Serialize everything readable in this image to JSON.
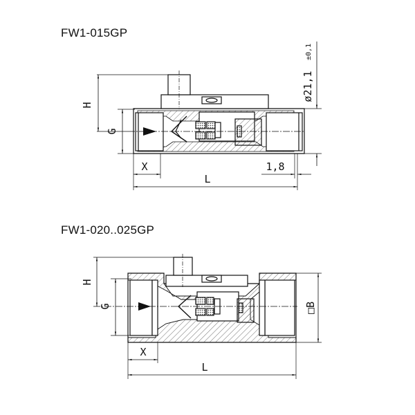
{
  "drawings": [
    {
      "title": "FW1-015GP",
      "dimensions": {
        "height": "H",
        "thread": "G",
        "thread_length": "X",
        "length": "L",
        "offset": "1,8",
        "diameter": "ø21,1",
        "tolerance": "±0,1"
      }
    },
    {
      "title": "FW1-020..025GP",
      "dimensions": {
        "height": "H",
        "thread": "G",
        "thread_length": "X",
        "length": "L",
        "square": "□B"
      }
    }
  ],
  "colors": {
    "line": "#111111",
    "hatch": "#555555",
    "background": "#ffffff"
  }
}
